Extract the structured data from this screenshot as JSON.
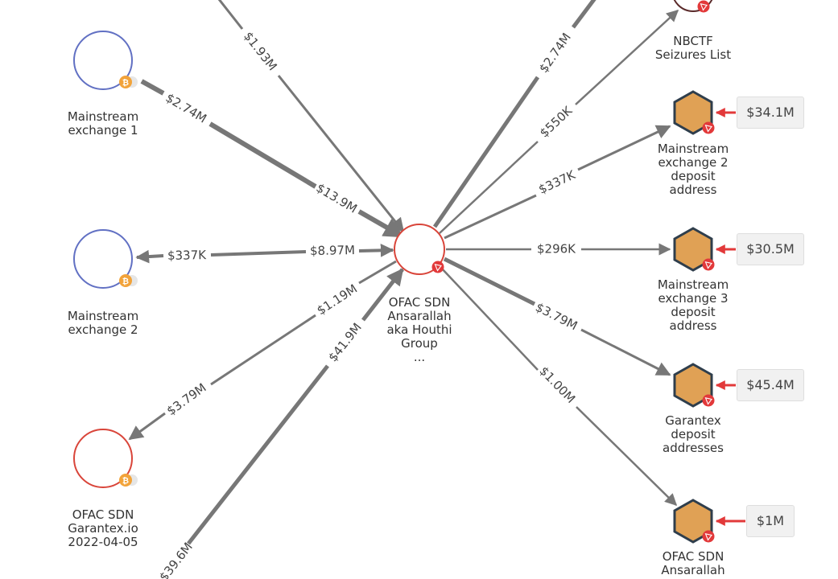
{
  "colors": {
    "edge": "#777777",
    "cluster_blue": "#6170c3",
    "cluster_red": "#d9453a",
    "hex_fill": "#e0a155",
    "hex_stroke": "#2f3e4c",
    "bitcoin": "#f2a33a",
    "tron_red": "#e2393a",
    "arrow_red": "#e2393a"
  },
  "nodes": {
    "center": {
      "label": [
        "OFAC SDN",
        "Ansarallah",
        "aka Houthi",
        "Group",
        "..."
      ]
    },
    "mainstream_exchange_1": {
      "label": [
        "Mainstream",
        "exchange 1"
      ]
    },
    "mainstream_exchange_2": {
      "label": [
        "Mainstream",
        "exchange 2"
      ]
    },
    "garantex_io": {
      "label": [
        "OFAC SDN",
        "Garantex.io",
        "2022-04-05"
      ]
    },
    "nbctf": {
      "label": [
        "NBCTF",
        "Seizures List"
      ]
    },
    "mainstream_exchange_2_deposit": {
      "label": [
        "Mainstream",
        "exchange 2",
        "deposit",
        "address"
      ],
      "value": "$34.1M"
    },
    "mainstream_exchange_3_deposit": {
      "label": [
        "Mainstream",
        "exchange 3",
        "deposit",
        "address"
      ],
      "value": "$30.5M"
    },
    "garantex_deposit": {
      "label": [
        "Garantex",
        "deposit",
        "addresses"
      ],
      "value": "$45.4M"
    },
    "ansarallah_bottom": {
      "label": [
        "OFAC SDN",
        "Ansarallah"
      ],
      "value": "$1M"
    }
  },
  "edges": {
    "top_left": "$1.93M",
    "ex1_to_center_a": "$2.74M",
    "ex1_to_center_b": "$13.9M",
    "center_to_ex2": "$337K",
    "ex2_to_center": "$8.97M",
    "center_to_garantex_a": "$1.19M",
    "center_to_garantex_b": "$3.79M",
    "bottom_to_center_a": "$41.9M",
    "bottom_to_center_b": "$39.6M",
    "center_to_top_right": "$2.74M",
    "center_to_nbctf": "$550K",
    "center_to_me2dep": "$337K",
    "center_to_me3dep": "$296K",
    "center_to_garantexdep_a": "$3.79M",
    "center_to_ansarallah": "$1.00M"
  }
}
